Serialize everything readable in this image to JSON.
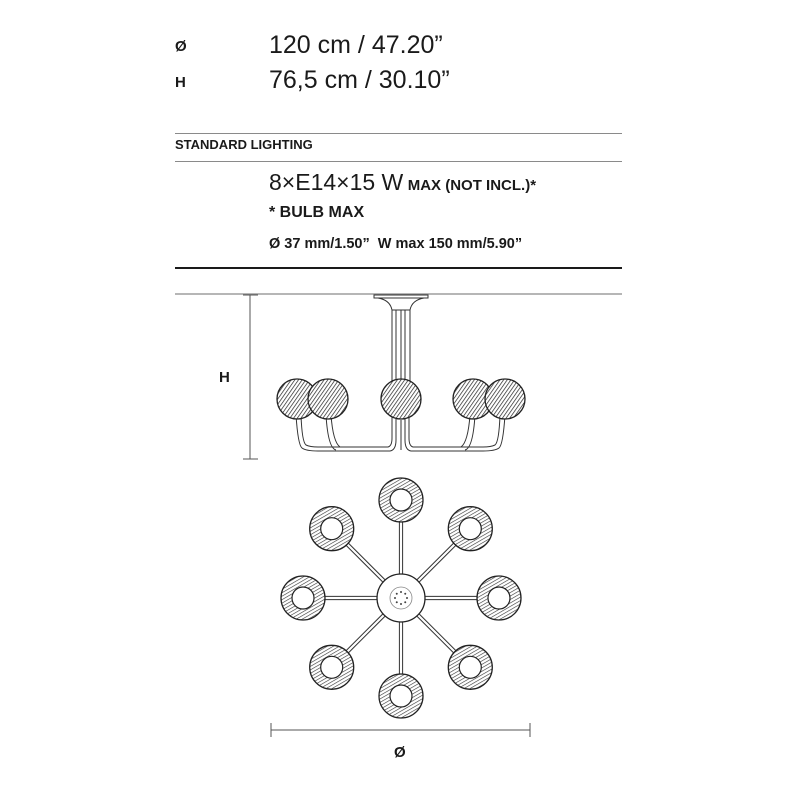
{
  "dimensions": [
    {
      "symbol": "Ø",
      "value": "120 cm / 47.20”"
    },
    {
      "symbol": "H",
      "value": "76,5 cm / 30.10”"
    }
  ],
  "lighting": {
    "heading": "STANDARD LIGHTING",
    "spec": "8×E14×15 W",
    "spec_suffix": "MAX (NOT INCL.)*",
    "note": "* BULB MAX",
    "bulb_size": "Ø 37 mm/1.50”  W max 150 mm/5.90”"
  },
  "drawing": {
    "height_label": "H",
    "diameter_label": "Ø",
    "bulb_count": 8
  }
}
